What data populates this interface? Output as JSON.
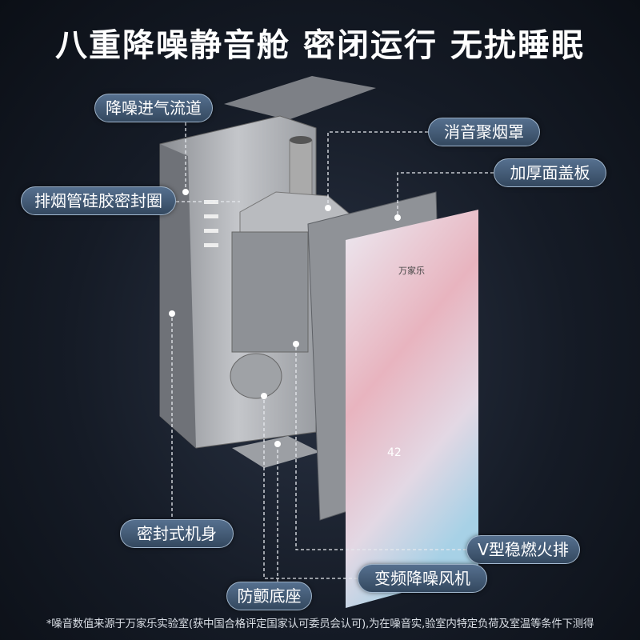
{
  "title": [
    "八重降噪静音舱",
    "密闭运行",
    "无扰睡眠"
  ],
  "labels": {
    "intake_channel": "降噪进气流道",
    "flue_seal": "排烟管硅胶密封圈",
    "muffler_hood": "消音聚烟罩",
    "thick_cover": "加厚面盖板",
    "sealed_body": "密封式机身",
    "v_burner": "V型稳燃火排",
    "inverter_fan": "变频降噪风机",
    "anti_vibration_base": "防颤底座"
  },
  "product": {
    "brand": "万家乐",
    "display_value": "42"
  },
  "footnote": "*噪音数值来源于万家乐实验室(获中国合格评定国家认可委员会认可),为在噪音实,验室内特定负荷及室温等条件下测得"
}
